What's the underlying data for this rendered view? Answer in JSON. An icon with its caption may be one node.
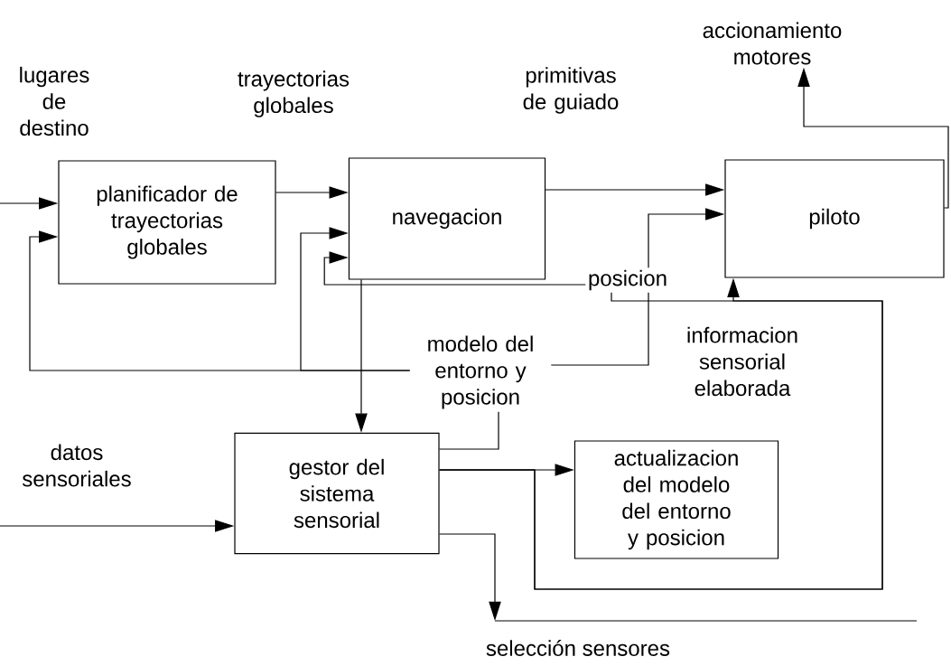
{
  "diagram": {
    "nodes": [
      {
        "text": [
          "planificador de trayectorias globales"
        ]
      },
      {
        "text": [
          "navegacion"
        ]
      },
      {
        "text": [
          "piloto"
        ]
      },
      {
        "text": [
          "gestor del sistema sensorial"
        ]
      },
      {
        "text": [
          "actualizacion del modelo del entorno y posicion"
        ]
      },
      {
        "text": [
          "modelo del entorno y posicion"
        ]
      },
      {
        "text": [
          "accionamiento motores"
        ]
      }
    ],
    "edges": [
      {
        "from": null,
        "to": 0,
        "arrow": "to",
        "label": "lugares de destino"
      },
      {
        "from": 0,
        "to": 1,
        "arrow": "to",
        "label": "trayectorias globales"
      },
      {
        "from": 1,
        "to": 2,
        "arrow": "to",
        "label": "primitivas de guiado"
      },
      {
        "from": 2,
        "to": 6,
        "arrow": "to"
      },
      {
        "from": 1,
        "to": 3,
        "arrow": "to"
      },
      {
        "from": 3,
        "to": 5,
        "arrow": "none"
      },
      {
        "from": 5,
        "to": 0,
        "arrow": "to"
      },
      {
        "from": 5,
        "to": 1,
        "arrow": "to"
      },
      {
        "from": 5,
        "to": 2,
        "arrow": "to",
        "label": "posicion"
      },
      {
        "from": 3,
        "to": 4,
        "arrow": "to"
      },
      {
        "from": 3,
        "to": 1,
        "arrow": "to"
      },
      {
        "from": 3,
        "to": 2,
        "arrow": "to",
        "label": "informacion sensorial elaborada"
      },
      {
        "from": null,
        "to": 3,
        "arrow": "to",
        "label": "datos sensoriales"
      },
      {
        "from": 3,
        "to": null,
        "arrow": "to",
        "label": "selección sensores"
      }
    ]
  }
}
